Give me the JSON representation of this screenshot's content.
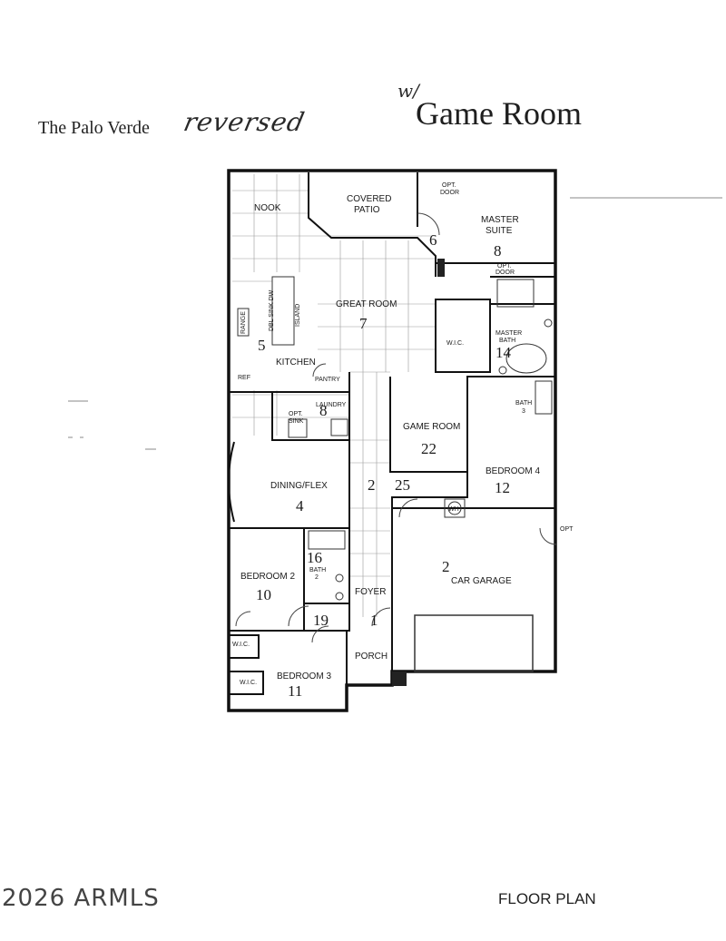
{
  "header": {
    "model_name": "The Palo Verde",
    "handwritten_note": "reversed",
    "w_mark": "w/",
    "variant_title": "Game Room"
  },
  "rooms": {
    "nook": "NOOK",
    "covered_patio_1": "COVERED",
    "covered_patio_2": "PATIO",
    "master_suite_1": "MASTER",
    "master_suite_2": "SUITE",
    "master_suite_num": "8",
    "opt_door": "OPT.",
    "opt_door_2": "DOOR",
    "great_room": "GREAT ROOM",
    "great_room_num": "7",
    "kitchen": "KITCHEN",
    "kitchen_num": "5",
    "dbl_sink_dw": "DBL SINK DW",
    "island": "ISLAND",
    "range": "RANGE",
    "ref": "REF",
    "pantry": "PANTRY",
    "laundry": "LAUNDRY",
    "laundry_num": "8",
    "opt_sink": "OPT.",
    "opt_sink_2": "SINK",
    "wic": "W.I.C.",
    "master_bath_1": "MASTER",
    "master_bath_2": "BATH",
    "master_bath_num": "14",
    "bath3_1": "BATH",
    "bath3_2": "3",
    "game_room": "GAME ROOM",
    "game_room_num": "22",
    "bedroom4": "BEDROOM 4",
    "bedroom4_num": "12",
    "dining_flex": "DINING/FLEX",
    "dining_flex_num": "4",
    "hall_num": "2",
    "hall_num_2": "25",
    "wh": "WH",
    "opt": "OPT",
    "bedroom2": "BEDROOM 2",
    "bedroom2_num": "10",
    "bath2_1": "BATH",
    "bath2_2": "2",
    "bath2_num": "16",
    "foyer": "FOYER",
    "foyer_num_a": "19",
    "foyer_num_b": "1",
    "garage": "CAR GARAGE",
    "garage_num": "2",
    "porch": "PORCH",
    "bedroom3": "BEDROOM 3",
    "bedroom3_num": "11",
    "wic_b2": "W.I.C.",
    "wic_b3": "W.I.C."
  },
  "footer": {
    "copyright": "2026 ARMLS",
    "label": "FLOOR PLAN"
  }
}
